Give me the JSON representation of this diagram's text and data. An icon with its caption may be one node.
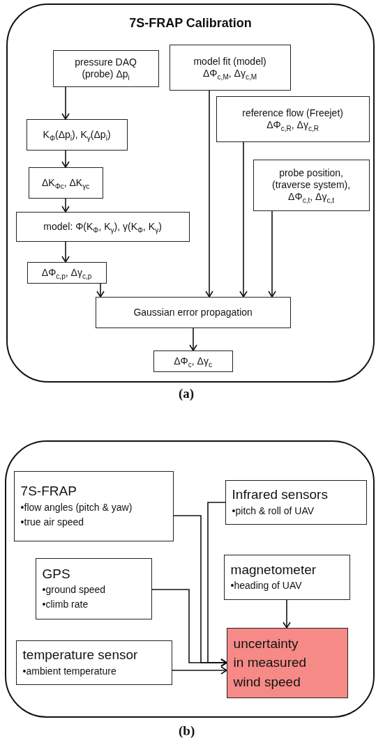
{
  "diagram": {
    "nodes": [
      {
        "text": [
          "7S-FRAP Calibration"
        ]
      },
      {
        "text": [
          "pressure DAQ (probe) Δp$_{i}$"
        ],
        "in": 0
      },
      {
        "text": [
          "model fit (model)",
          "ΔΦ$_{c,M}$, Δγ$_{c,M}$"
        ],
        "in": 0
      },
      {
        "text": [
          "reference flow (Freejet)",
          "ΔΦ$_{c,R}$, Δγ$_{c,R}$"
        ],
        "in": 0
      },
      {
        "text": [
          "probe position, (traverse system),",
          "ΔΦ$_{c,t}$, Δγ$_{c,t}$"
        ],
        "in": 0
      },
      {
        "text": [
          "K$_{Φ}$(Δp$_{i}$), K$_{γ}$(Δp$_{i}$)"
        ],
        "in": 0
      },
      {
        "text": [
          "ΔK$_{Φc}$, ΔK$_{γc}$"
        ],
        "in": 0
      },
      {
        "text": [
          "model: Φ(K$_{Φ}$, K$_{γ}$), γ(K$_{Φ}$, K$_{γ}$)"
        ],
        "in": 0
      },
      {
        "text": [
          "ΔΦ$_{c,p}$, Δγ$_{c,p}$"
        ],
        "in": 0
      },
      {
        "text": [
          "Gaussian error propagation"
        ],
        "in": 0
      },
      {
        "text": [
          "ΔΦ$_{c}$, Δγ$_{c}$"
        ],
        "in": 0
      },
      {
        "text": [],
        "shape": "box"
      },
      {
        "text": [
          "7S-FRAP",
          "•flow angles (pitch & yaw)",
          "•true air speed"
        ],
        "in": 11
      },
      {
        "text": [
          "Infrared sensors",
          "•pitch & roll of UAV"
        ],
        "in": 11
      },
      {
        "text": [
          "GPS",
          "•ground speed",
          "•climb rate"
        ],
        "in": 11
      },
      {
        "text": [
          "magnetometer",
          "•heading of UAV"
        ],
        "in": 11
      },
      {
        "text": [
          "temperature sensor",
          "•ambient temperature"
        ],
        "in": 11
      },
      {
        "text": [
          "uncertainty in measured wind speed"
        ],
        "in": 11
      }
    ],
    "edges": [
      {
        "from": 1,
        "to": 5,
        "arrow": "to"
      },
      {
        "from": 5,
        "to": 6,
        "arrow": "to"
      },
      {
        "from": 6,
        "to": 7,
        "arrow": "to"
      },
      {
        "from": 7,
        "to": 8,
        "arrow": "to"
      },
      {
        "from": 8,
        "to": 9,
        "arrow": "to"
      },
      {
        "from": 2,
        "to": 9,
        "arrow": "to"
      },
      {
        "from": 3,
        "to": 9,
        "arrow": "to"
      },
      {
        "from": 4,
        "to": 9,
        "arrow": "to"
      },
      {
        "from": 9,
        "to": 10,
        "arrow": "to"
      },
      {
        "from": 12,
        "to": 17,
        "arrow": "to"
      },
      {
        "from": 13,
        "to": 17,
        "arrow": "to"
      },
      {
        "from": 14,
        "to": 17,
        "arrow": "to"
      },
      {
        "from": 15,
        "to": 17,
        "arrow": "to"
      },
      {
        "from": 16,
        "to": 17,
        "arrow": "to"
      }
    ],
    "labels": [
      "(a)",
      "(b)"
    ]
  }
}
